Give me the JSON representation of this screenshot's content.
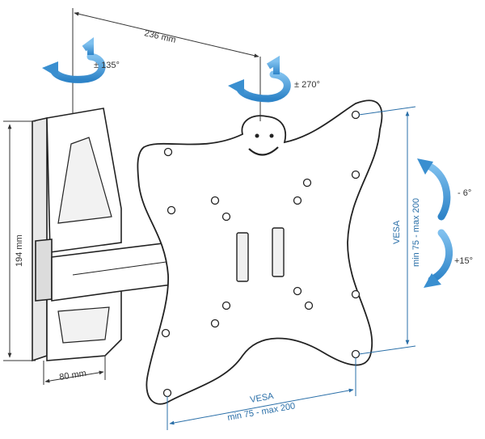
{
  "dimensions": {
    "arm_length": "236 mm",
    "height": "194 mm",
    "width": "80 mm"
  },
  "rotations": {
    "wall_swivel": "± 135°",
    "plate_swivel": "± 270°",
    "tilt_up": "- 6°",
    "tilt_down": "+15°"
  },
  "vesa": {
    "vertical": {
      "title": "VESA",
      "range": "min 75 - max 200"
    },
    "horizontal": {
      "title": "VESA",
      "range": "min 75 - max 200"
    }
  },
  "colors": {
    "rotation_arrow": "#3a8fd0",
    "vesa_line": "#2a6fa8",
    "dimension_line": "#333333",
    "outline": "#222222"
  }
}
